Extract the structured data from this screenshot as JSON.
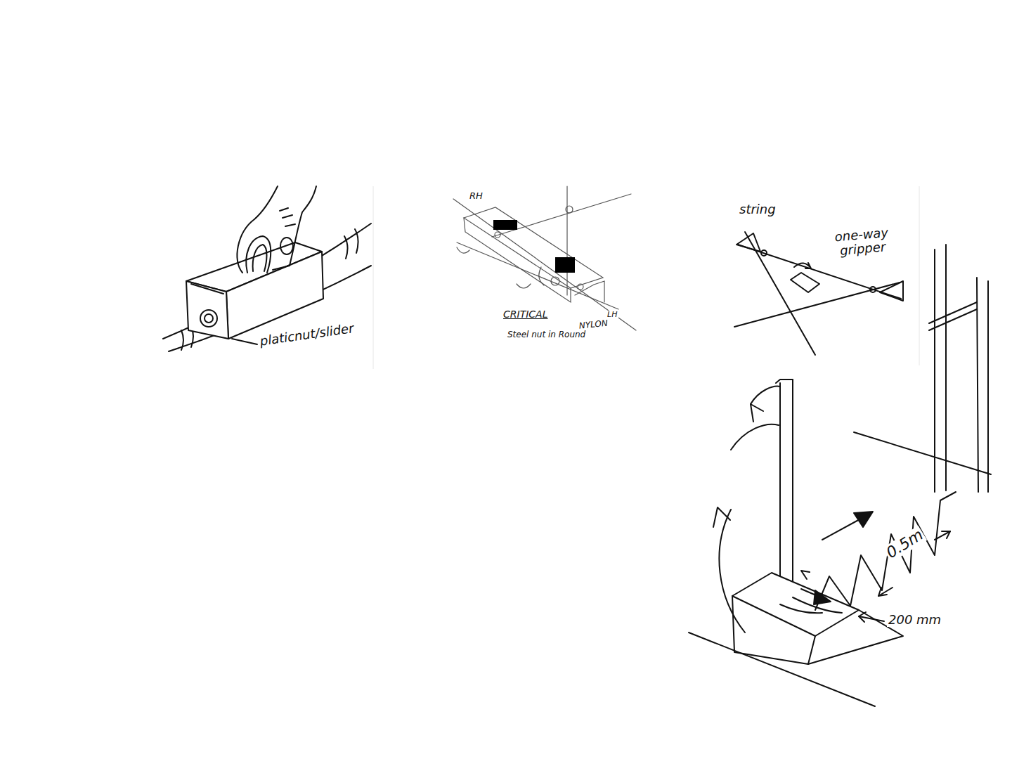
{
  "diagram": {
    "labels": [
      "platicnut/slider",
      "RH",
      "CRITICAL",
      "Steel nut in Round",
      "NYLON",
      "LH",
      "string",
      "one-way gripper",
      "0.5m",
      "200 mm"
    ]
  }
}
